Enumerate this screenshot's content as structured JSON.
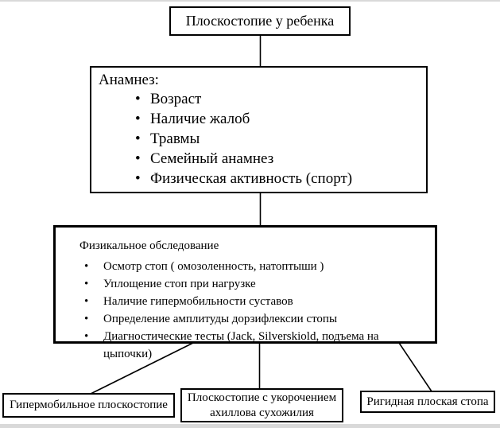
{
  "page": {
    "background": "#ffffff",
    "edge_color": "#d9d9d9",
    "line_color": "#000000",
    "text_color": "#000000",
    "border_color": "#000000"
  },
  "diagram": {
    "root": {
      "label": "Плоскостопие у ребенка"
    },
    "anamnesis": {
      "title": "Анамнез:",
      "items": [
        "Возраст",
        "Наличие жалоб",
        "Травмы",
        "Семейный анамнез",
        "Физическая активность (спорт)"
      ]
    },
    "physical_exam": {
      "title": "Физикальное обследование",
      "items": [
        "Осмотр стоп ( омозоленность, натоптыши )",
        "Уплощение стоп при нагрузке",
        "Наличие гипермобильности суставов",
        "Определение амплитуды дорзифлексии стопы",
        "Диагностические тесты (Jack, Silverskiold, подъема на цыпочки)"
      ]
    },
    "outcomes": [
      "Гипермобильное плоскостопие",
      "Плоскостопие с укорочением ахиллова сухожилия",
      "Ригидная плоская стопа"
    ]
  }
}
